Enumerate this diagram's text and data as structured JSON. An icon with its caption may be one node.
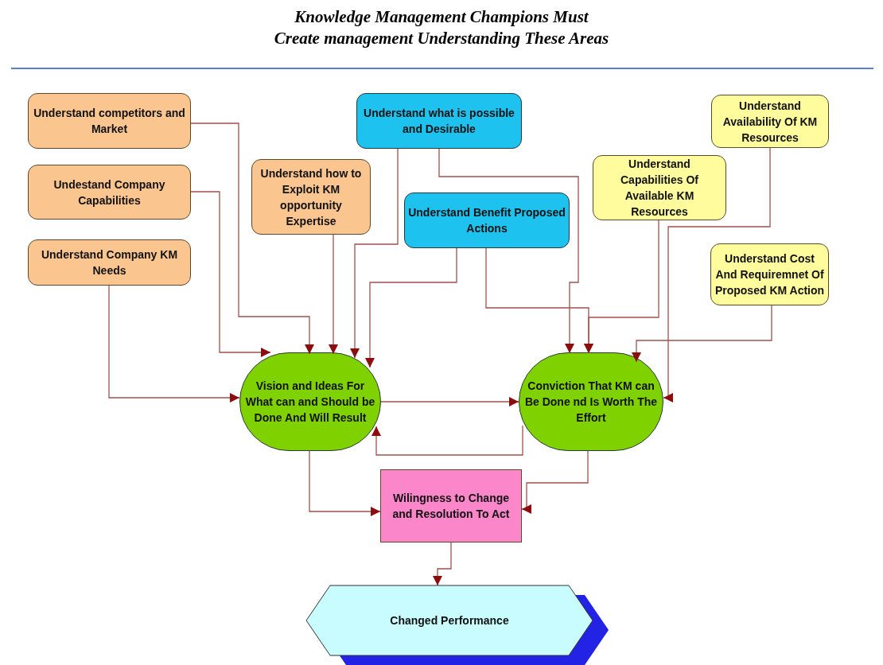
{
  "diagram": {
    "title": "Knowledge Management Champions Must Create management Understanding These Areas",
    "nodes": [
      {
        "text": [
          "Understand competitors and Market"
        ]
      },
      {
        "text": [
          "Undestand Company Capabilities"
        ]
      },
      {
        "text": [
          "Understand Company KM Needs"
        ]
      },
      {
        "text": [
          "Understand how to Exploit KM opportunity Expertise"
        ]
      },
      {
        "text": [
          "Understand what is possible and Desirable"
        ]
      },
      {
        "text": [
          "Understand Benefit Proposed Actions"
        ]
      },
      {
        "text": [
          "Understand Capabilities Of Available KM Resources"
        ]
      },
      {
        "text": [
          "Understand Availability Of KM Resources"
        ]
      },
      {
        "text": [
          "Understand Cost And Requiremnet Of Proposed KM Action"
        ]
      },
      {
        "text": [
          "Vision and Ideas For What can and Should be Done And Will Result"
        ]
      },
      {
        "text": [
          "Conviction That KM can Be Done nd Is Worth The Effort"
        ]
      },
      {
        "text": [
          "Wilingness to Change and Resolution To Act"
        ]
      },
      {
        "text": [
          "Changed Performance"
        ]
      }
    ],
    "edges": [
      {
        "from": 0,
        "to": 9,
        "arrow": "to"
      },
      {
        "from": 1,
        "to": 9,
        "arrow": "to"
      },
      {
        "from": 2,
        "to": 9,
        "arrow": "to"
      },
      {
        "from": 3,
        "to": 9,
        "arrow": "to"
      },
      {
        "from": 4,
        "to": 9,
        "arrow": "to"
      },
      {
        "from": 5,
        "to": 9,
        "arrow": "to"
      },
      {
        "from": 4,
        "to": 10,
        "arrow": "to"
      },
      {
        "from": 5,
        "to": 10,
        "arrow": "to"
      },
      {
        "from": 6,
        "to": 10,
        "arrow": "to"
      },
      {
        "from": 7,
        "to": 10,
        "arrow": "to"
      },
      {
        "from": 8,
        "to": 10,
        "arrow": "to"
      },
      {
        "from": 9,
        "to": 10,
        "arrow": "to"
      },
      {
        "from": 10,
        "to": 9,
        "arrow": "to"
      },
      {
        "from": 9,
        "to": 11,
        "arrow": "to"
      },
      {
        "from": 10,
        "to": 11,
        "arrow": "to"
      },
      {
        "from": 11,
        "to": 12,
        "arrow": "to"
      }
    ]
  }
}
